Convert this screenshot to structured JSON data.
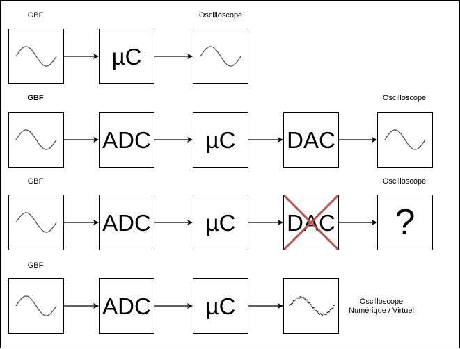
{
  "diagram": {
    "rows": [
      {
        "labels": [
          {
            "text": "GBF",
            "bold": false
          },
          {
            "text": "Oscilloscope",
            "bold": false
          }
        ],
        "blocks": [
          {
            "kind": "sine"
          },
          {
            "kind": "text",
            "text": "µC"
          },
          {
            "kind": "sine"
          }
        ]
      },
      {
        "labels": [
          {
            "text": "GBF",
            "bold": true
          },
          {
            "text": "Oscilloscope",
            "bold": false
          }
        ],
        "blocks": [
          {
            "kind": "sine"
          },
          {
            "kind": "text",
            "text": "ADC"
          },
          {
            "kind": "text",
            "text": "µC"
          },
          {
            "kind": "text",
            "text": "DAC"
          },
          {
            "kind": "sine"
          }
        ]
      },
      {
        "labels": [
          {
            "text": "GBF",
            "bold": false
          },
          {
            "text": "Oscilloscope",
            "bold": false
          }
        ],
        "blocks": [
          {
            "kind": "sine"
          },
          {
            "kind": "text",
            "text": "ADC"
          },
          {
            "kind": "text",
            "text": "µC"
          },
          {
            "kind": "text",
            "text": "DAC",
            "crossed": true
          },
          {
            "kind": "text",
            "text": "?"
          }
        ]
      },
      {
        "labels": [
          {
            "text": "GBF",
            "bold": false
          },
          {
            "text": "Oscilloscope\nNumérique / Virtuel",
            "bold": false
          }
        ],
        "blocks": [
          {
            "kind": "sine"
          },
          {
            "kind": "text",
            "text": "ADC"
          },
          {
            "kind": "text",
            "text": "µC"
          },
          {
            "kind": "dotted-sine"
          }
        ]
      }
    ],
    "colors": {
      "stroke": "#000000",
      "sine": "#555555",
      "cross": "#b85450"
    }
  }
}
